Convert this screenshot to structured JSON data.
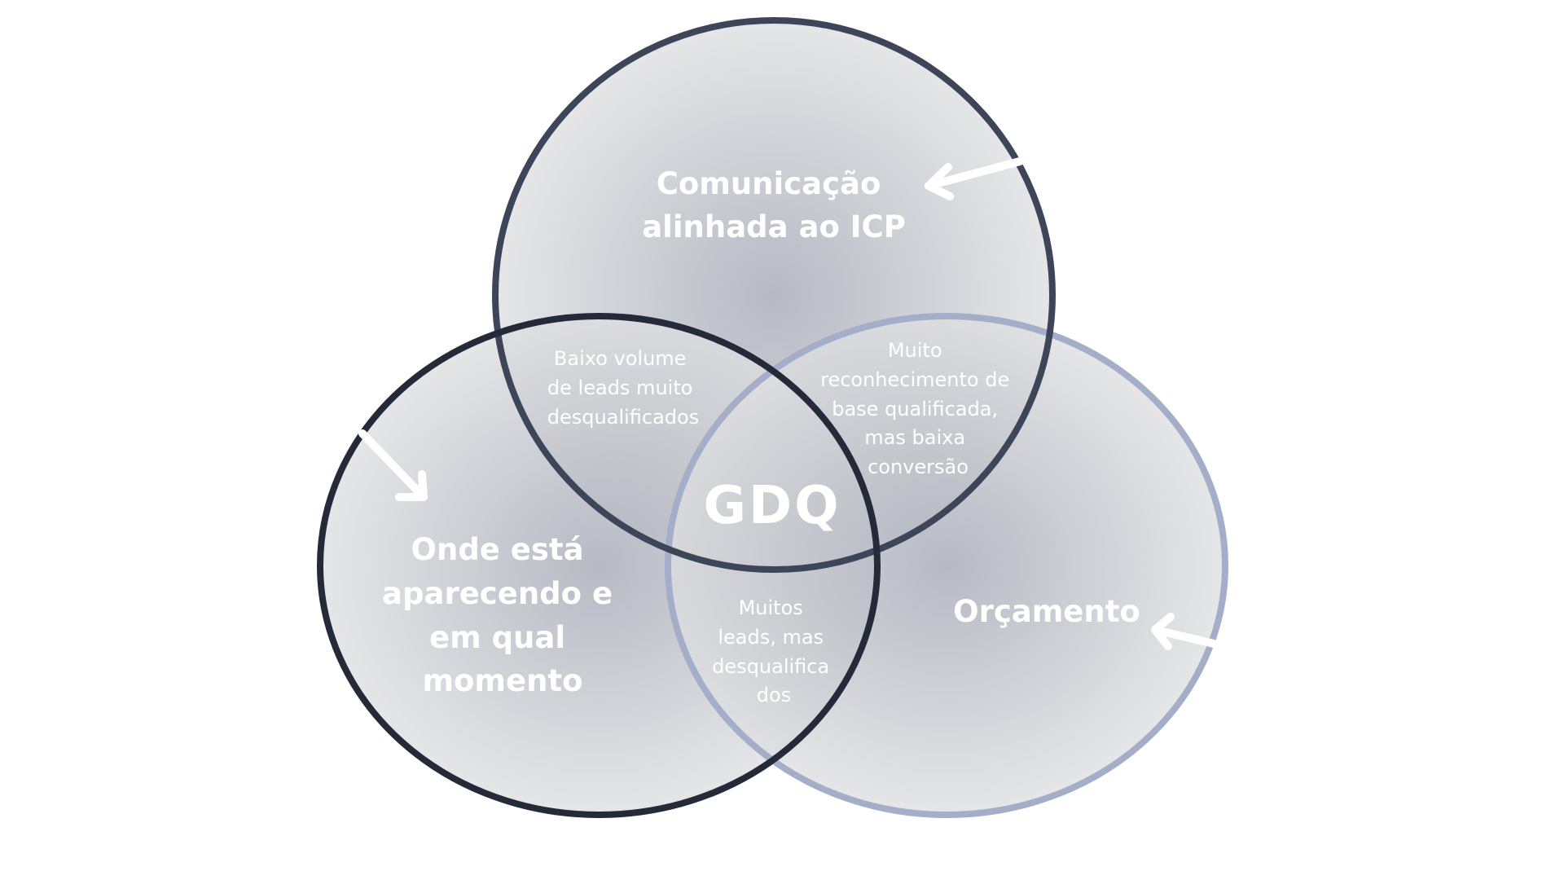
{
  "circles": {
    "top": {
      "lines": [
        "Comunicação",
        "alinhada ao ICP"
      ],
      "border_color": "#3d4558"
    },
    "left": {
      "lines": [
        "Onde está",
        "aparecendo e",
        "em qual",
        "momento"
      ],
      "border_color": "#252a38"
    },
    "right": {
      "lines": [
        "Orçamento"
      ],
      "border_color": "#a4aec8"
    }
  },
  "overlaps": {
    "top_left": {
      "lines": [
        "Baixo volume",
        "de leads muito",
        "desqualificados"
      ]
    },
    "top_right": {
      "lines": [
        "Muito",
        "reconhecimento de",
        "base qualificada,",
        "mas baixa",
        "conversão"
      ]
    },
    "left_right": {
      "lines": [
        "Muitos",
        "leads, mas",
        "desqualifica",
        "dos"
      ]
    }
  },
  "center_logo": "GDQ",
  "colors": {
    "fill_edge": "#dedfe1",
    "fill_center": "#a2a6b3",
    "arrow": "#ffffff"
  }
}
